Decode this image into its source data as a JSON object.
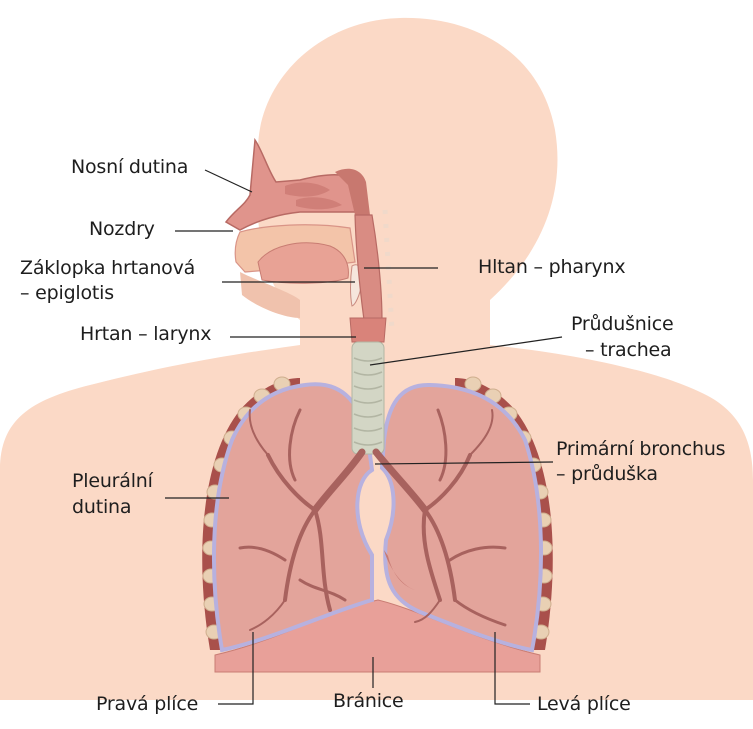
{
  "colors": {
    "skin": "#fbd9c6",
    "lung": "#e3a49b",
    "lung_dark": "#c77a73",
    "pleura": "#b7b1df",
    "bronchi": "#a8625e",
    "trachea": "#d3d6c5",
    "rib": "#e9d0b4",
    "chest_wall": "#a9504b",
    "diaphragm": "#e8a099",
    "label_line": "#222222"
  },
  "labels": {
    "nasal_cavity": "Nosní dutina",
    "nostrils": "Nozdry",
    "epiglottis_1": "Záklopka hrtanová",
    "epiglottis_2": "– epiglotis",
    "pharynx": "Hltan – pharynx",
    "larynx": "Hrtan – larynx",
    "trachea_1": "Průdušnice",
    "trachea_2": "– trachea",
    "bronchus_1": "Primární bronchus",
    "bronchus_2": "– průduška",
    "pleural_1": "Pleurální",
    "pleural_2": "dutina",
    "right_lung": "Pravá plíce",
    "diaphragm": "Bránice",
    "left_lung": "Levá plíce"
  }
}
